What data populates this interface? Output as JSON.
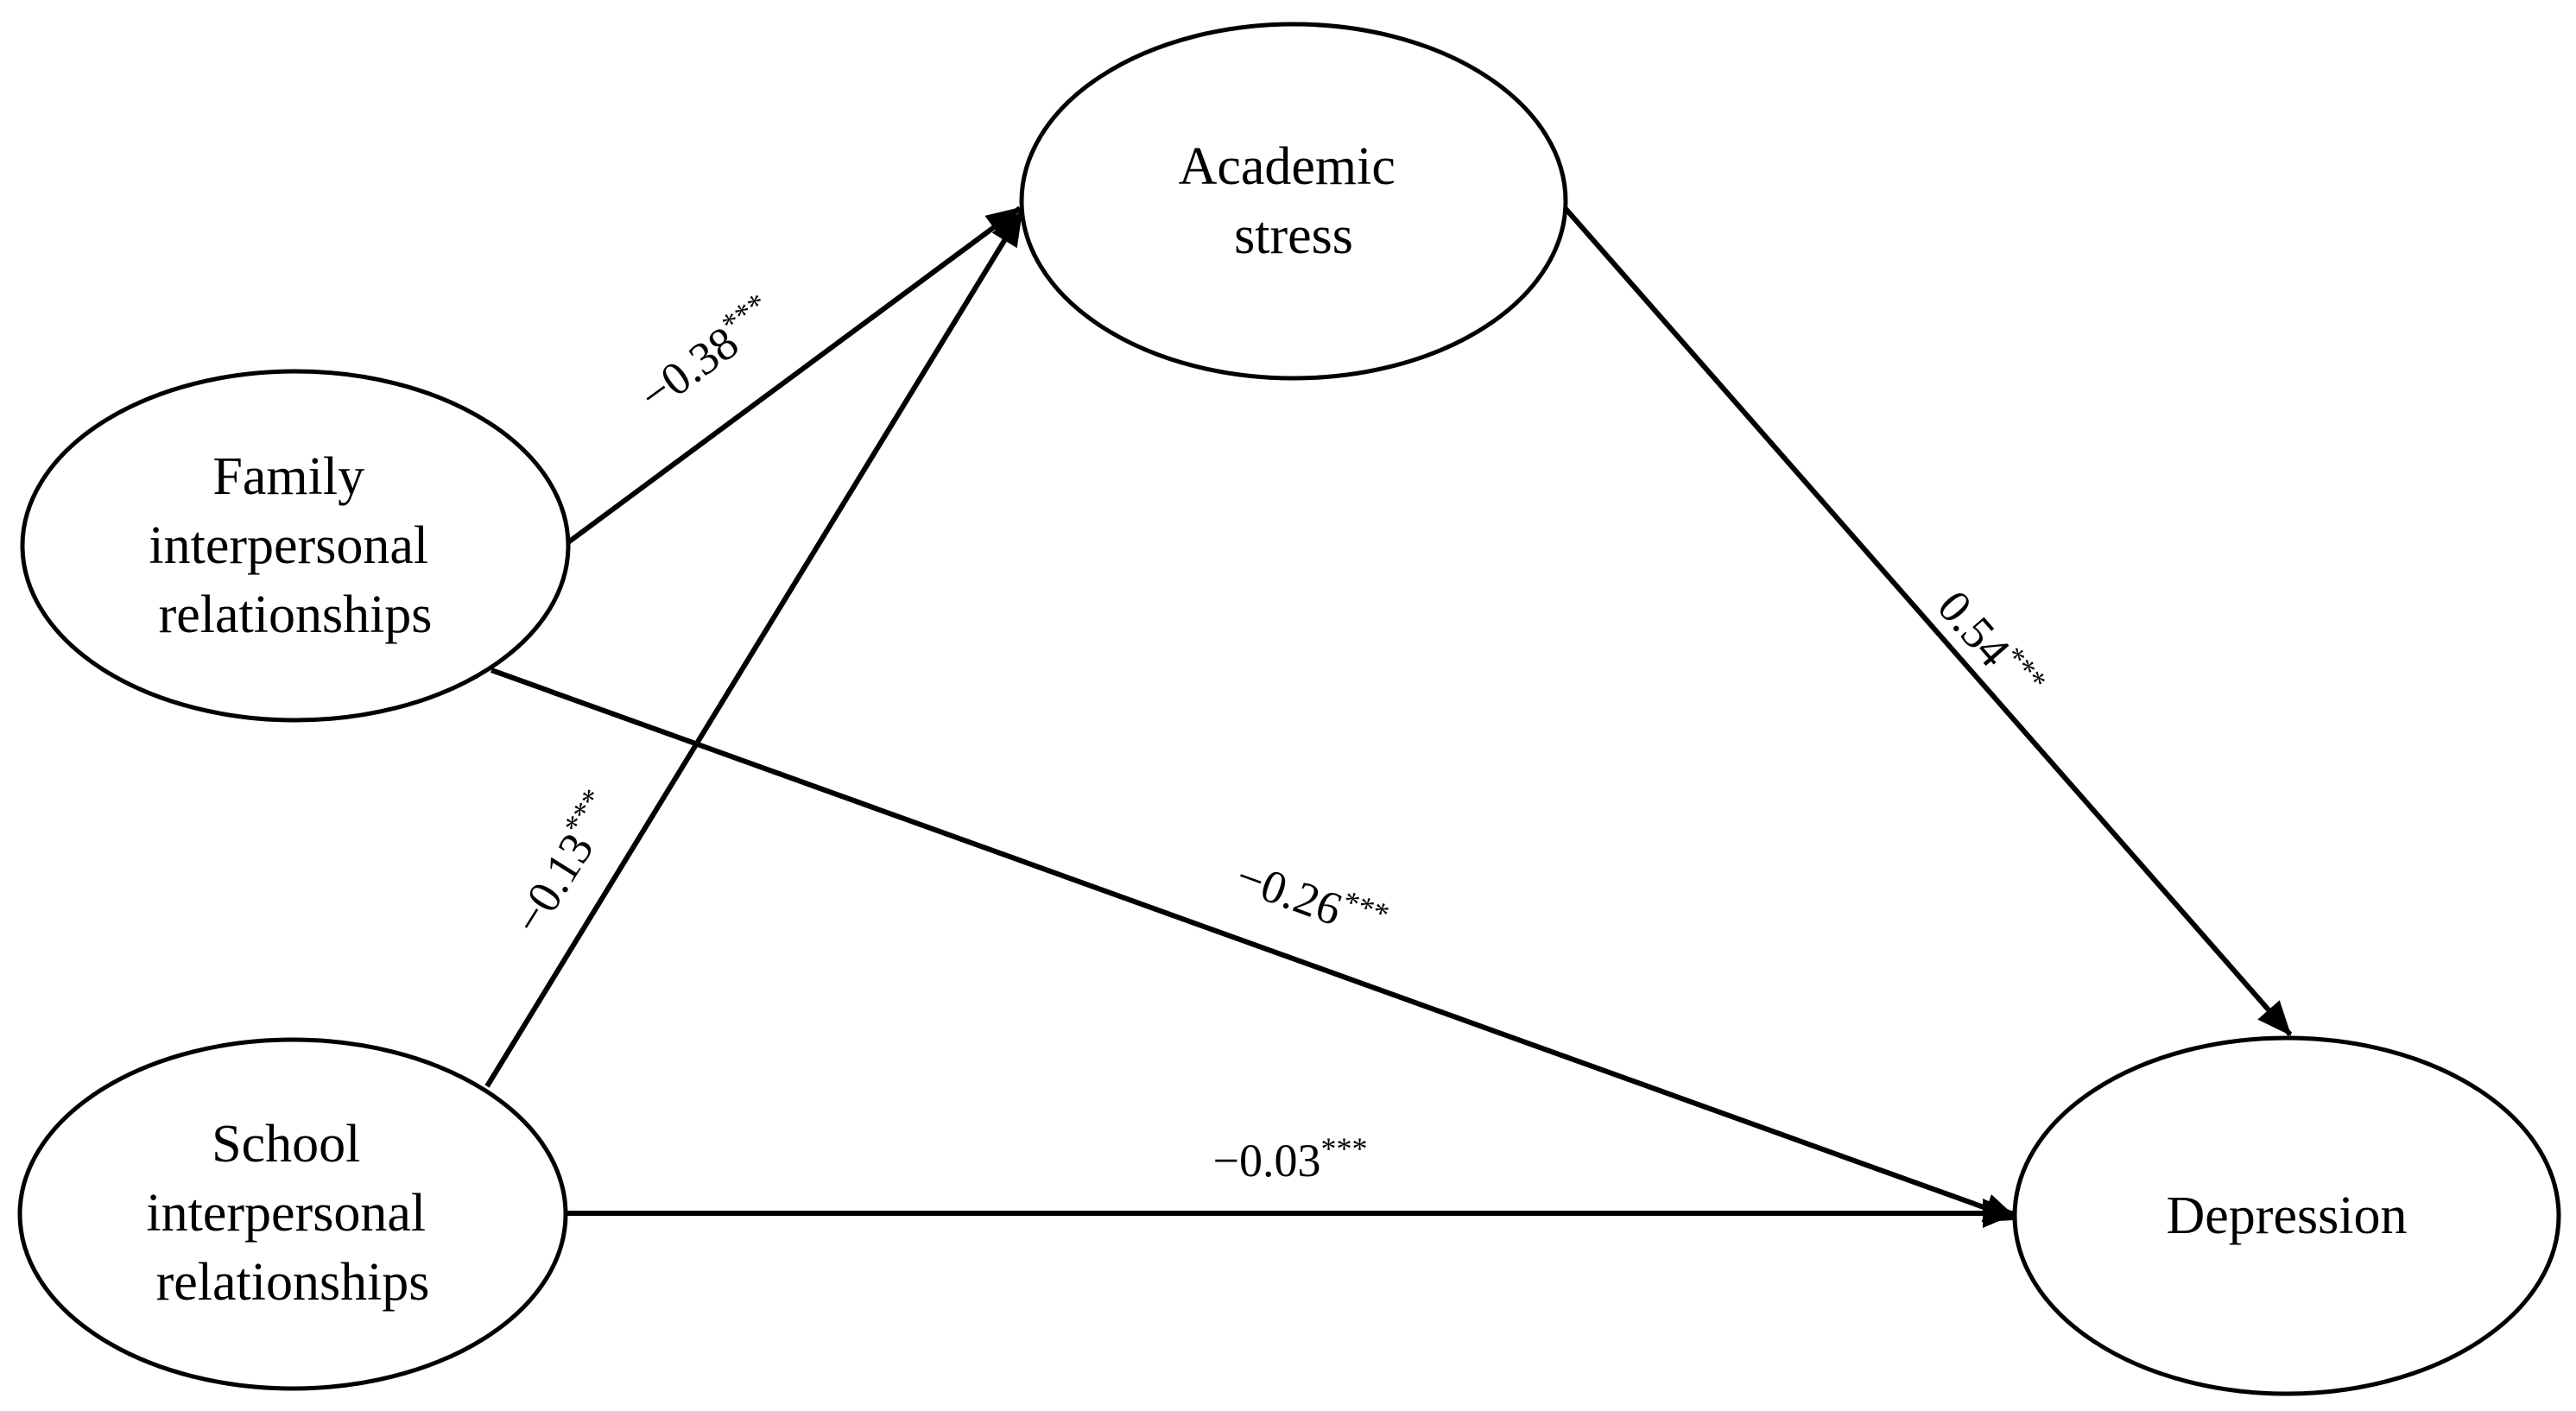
{
  "nodes": {
    "academic": {
      "lines": [
        "Academic",
        "stress"
      ]
    },
    "family": {
      "lines": [
        "Family",
        "interpersonal",
        "relationships"
      ]
    },
    "school": {
      "lines": [
        "School",
        "interpersonal",
        "relationships"
      ]
    },
    "depression": {
      "lines": [
        "Depression"
      ]
    }
  },
  "edges": {
    "family_to_academic": {
      "coefficient": "−0.38",
      "significance": "***"
    },
    "school_to_academic": {
      "coefficient": "−0.13",
      "significance": "***"
    },
    "academic_to_depression": {
      "coefficient": "0.54",
      "significance": "***"
    },
    "family_to_depression": {
      "coefficient": "−0.26",
      "significance": "***"
    },
    "school_to_depression": {
      "coefficient": "−0.03",
      "significance": "***"
    }
  }
}
